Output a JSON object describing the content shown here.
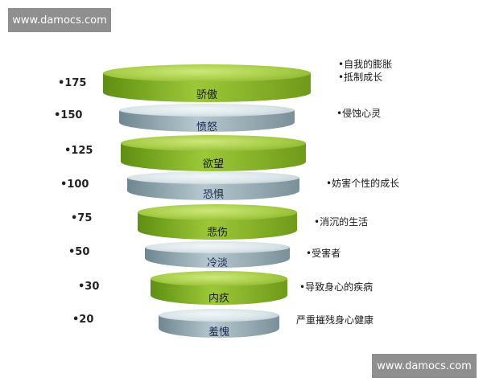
{
  "watermark": "www.damocs.com",
  "levels": [
    {
      "value": "•175",
      "emotion": "骄傲",
      "color": "green",
      "effects": [
        "•自我的膨胀",
        "•抵制成长"
      ]
    },
    {
      "value": "•150",
      "emotion": "愤怒",
      "color": "grey",
      "effects": [
        "•侵蚀心灵"
      ]
    },
    {
      "value": "•125",
      "emotion": "欲望",
      "color": "green",
      "effects": []
    },
    {
      "value": "•100",
      "emotion": "恐惧",
      "color": "grey",
      "effects": [
        "•妨害个性的成长"
      ]
    },
    {
      "value": "•75",
      "emotion": "悲伤",
      "color": "green",
      "effects": [
        "•消沉的生活"
      ]
    },
    {
      "value": "•50",
      "emotion": "冷淡",
      "color": "grey",
      "effects": [
        "•受害者"
      ]
    },
    {
      "value": "•30",
      "emotion": "内疚",
      "color": "green",
      "effects": [
        "•导致身心的疾病"
      ]
    },
    {
      "value": "•20",
      "emotion": "羞愧",
      "color": "grey",
      "effects": [
        "严重摧残身心健康"
      ]
    }
  ]
}
